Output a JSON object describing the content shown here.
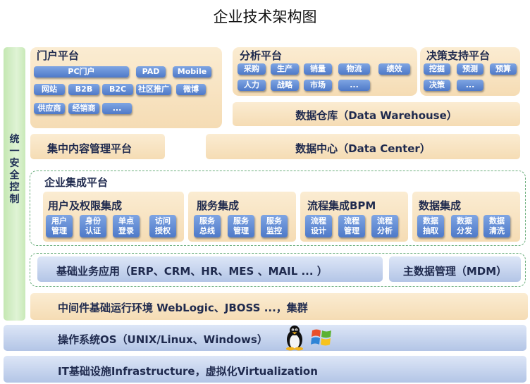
{
  "title": "企业技术架构图",
  "side_label": "统一安全控制",
  "portal": {
    "label": "门户平台",
    "items": [
      "PC门户",
      "PAD",
      "Mobile",
      "网站",
      "B2B",
      "B2C",
      "社区推广",
      "微博",
      "供应商",
      "经销商",
      "..."
    ]
  },
  "analysis": {
    "label": "分析平台",
    "items": [
      "采购",
      "生产",
      "销量",
      "物流",
      "绩效",
      "人力",
      "战略",
      "市场",
      "..."
    ]
  },
  "decision": {
    "label": "决策支持平台",
    "items": [
      "挖掘",
      "预测",
      "预算",
      "决策",
      "..."
    ]
  },
  "warehouse": "数据仓库（Data Warehouse）",
  "cms": "集中内容管理平台",
  "datacenter": "数据中心（Data Center）",
  "integration": {
    "label": "企业集成平台",
    "groups": [
      {
        "label": "用户及权限集成",
        "items": [
          [
            "用户",
            "管理"
          ],
          [
            "身份",
            "认证"
          ],
          [
            "单点",
            "登录"
          ],
          [
            "访问",
            "授权"
          ]
        ]
      },
      {
        "label": "服务集成",
        "items": [
          [
            "服务",
            "总线"
          ],
          [
            "服务",
            "管理"
          ],
          [
            "服务",
            "监控"
          ]
        ]
      },
      {
        "label": "流程集成BPM",
        "items": [
          [
            "流程",
            "设计"
          ],
          [
            "流程",
            "管理"
          ],
          [
            "流程",
            "分析"
          ]
        ]
      },
      {
        "label": "数据集成",
        "items": [
          [
            "数据",
            "抽取"
          ],
          [
            "数据",
            "分发"
          ],
          [
            "数据",
            "清洗"
          ]
        ]
      }
    ]
  },
  "business_apps": "基础业务应用（ERP、CRM、HR、MES 、MAIL ... ）",
  "mdm": "主数据管理（MDM）",
  "middleware": "中间件基础运行环境 WebLogic、JBOSS ...，集群",
  "os": "操作系统OS（UNIX/Linux、Windows）",
  "infra": "IT基础设施Infrastructure，虚拟化Virtualization",
  "icons": {
    "linux": "tux-penguin-icon",
    "windows": "windows-flag-icon"
  },
  "colors": {
    "button": "#5b85d0",
    "sand": "#f6dfb8",
    "side": "#d3edc5",
    "band": "#c5d3ee",
    "dashed": "#6aae7c"
  }
}
